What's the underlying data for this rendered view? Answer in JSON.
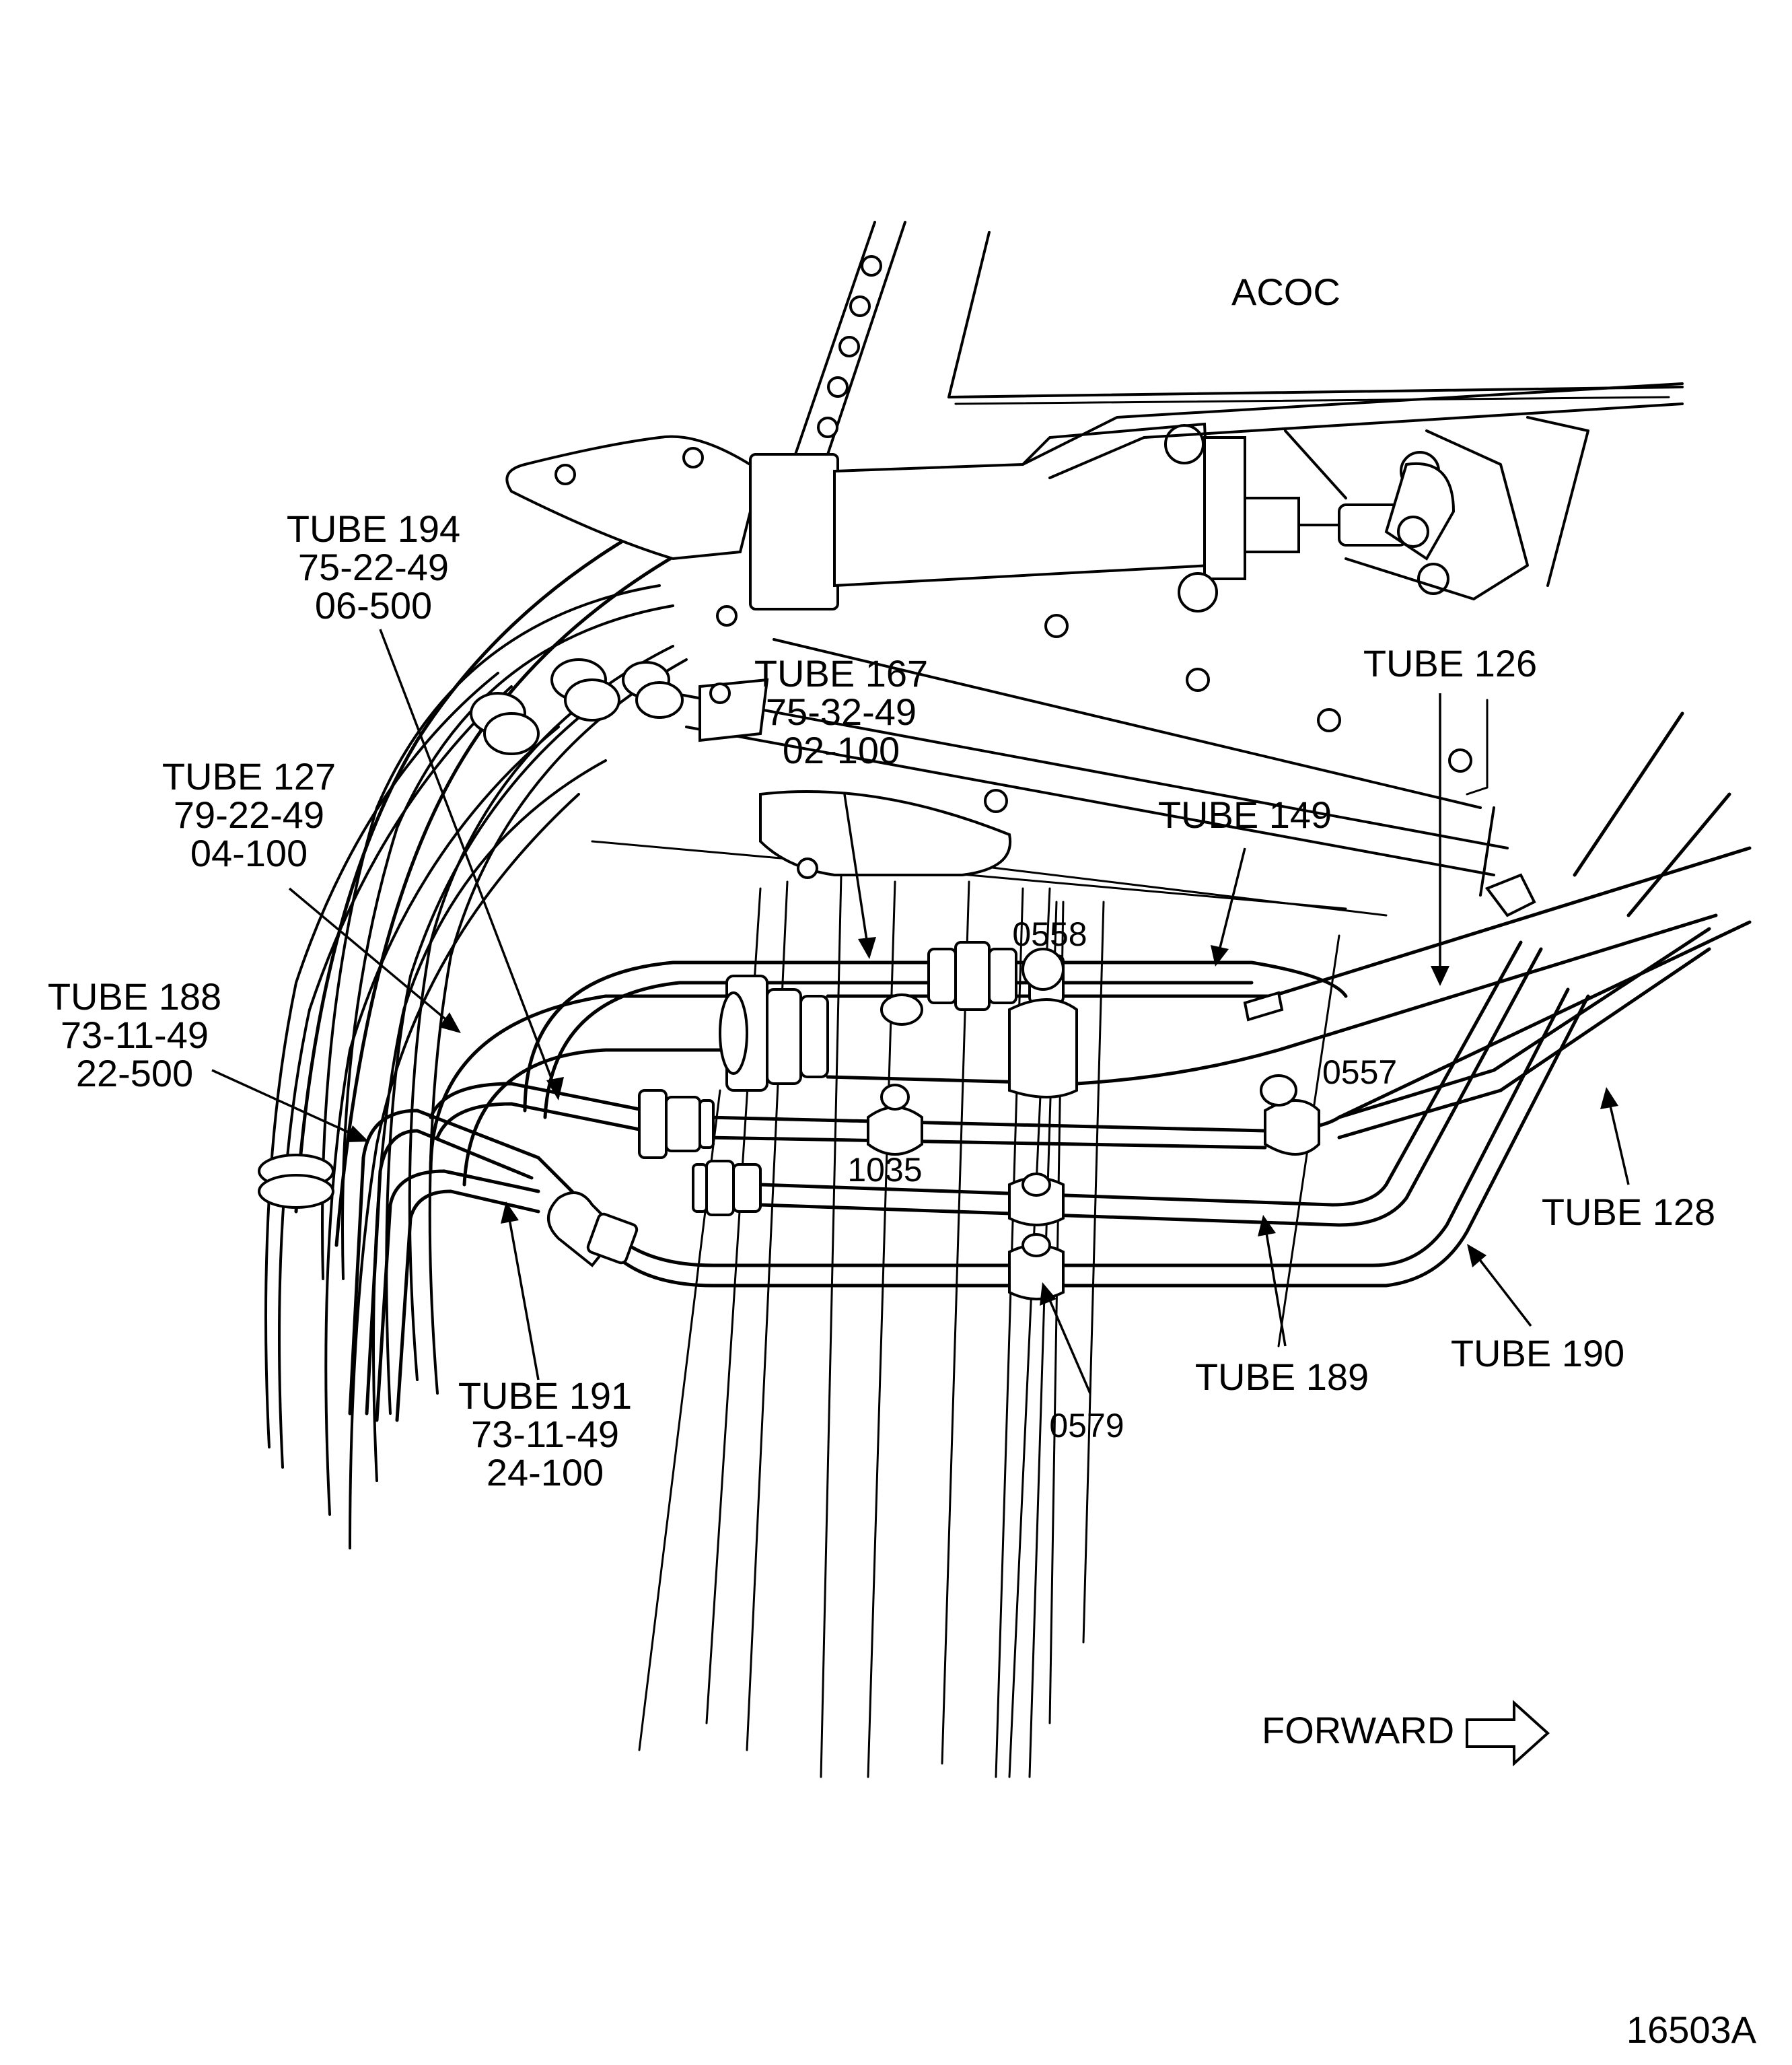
{
  "labels": {
    "acoc": "ACOC",
    "tube194": [
      "TUBE 194",
      "75-22-49",
      "06-500"
    ],
    "tube167": [
      "TUBE 167",
      "75-32-49",
      "02-100"
    ],
    "tube126": "TUBE 126",
    "tube127": [
      "TUBE 127",
      "79-22-49",
      "04-100"
    ],
    "tube149": "TUBE 149",
    "tube188": [
      "TUBE 188",
      "73-11-49",
      "22-500"
    ],
    "tube191": [
      "TUBE 191",
      "73-11-49",
      "24-100"
    ],
    "tube128": "TUBE 128",
    "tube189": "TUBE 189",
    "tube190": "TUBE 190",
    "ref0558": "0558",
    "ref0557": "0557",
    "ref1035": "1035",
    "ref0579": "0579",
    "forward": "FORWARD",
    "figure_id": "16503A"
  }
}
